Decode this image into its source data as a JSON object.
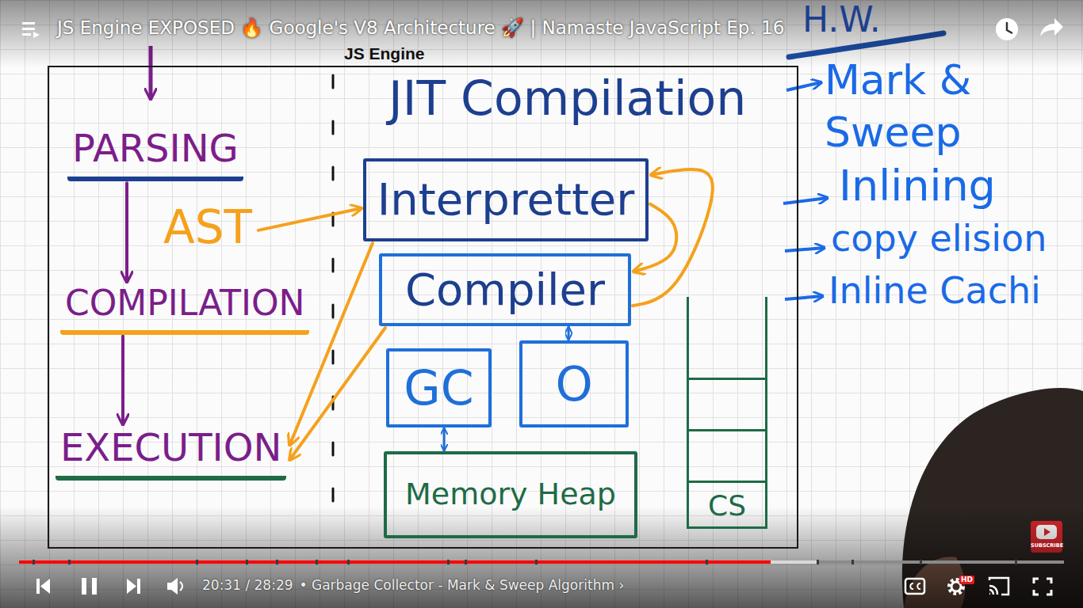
{
  "diagram": {
    "title": "JS Engine EXPOSED 🔥 Google's V8 Architecture 🚀 | Namaste JavaScript Ep. 16",
    "nodes": [
      {
        "text": [
          "JS Engine"
        ]
      },
      {
        "text": [
          "PARSING"
        ],
        "in": 0
      },
      {
        "text": [
          "AST"
        ],
        "in": 0
      },
      {
        "text": [
          "COMPILATION"
        ],
        "in": 0
      },
      {
        "text": [
          "EXECUTION"
        ],
        "in": 0
      },
      {
        "text": [
          "Interpretter"
        ],
        "in": 0
      },
      {
        "text": [
          "Compiler"
        ],
        "in": 0
      },
      {
        "text": [
          "GC"
        ],
        "in": 0
      },
      {
        "text": [
          "O"
        ],
        "in": 0
      },
      {
        "text": [
          "Memory Heap"
        ],
        "in": 0
      },
      {
        "text": [
          "CS"
        ],
        "in": 0
      }
    ],
    "edges": [
      {
        "from": 1,
        "to": 3,
        "arrow": "to"
      },
      {
        "from": 3,
        "to": 4,
        "arrow": "to"
      },
      {
        "from": 2,
        "to": 5,
        "arrow": "to"
      },
      {
        "from": 5,
        "to": 6,
        "arrow": "to"
      },
      {
        "from": 6,
        "to": 5,
        "arrow": "to"
      },
      {
        "from": 5,
        "to": 4,
        "arrow": "to"
      },
      {
        "from": 6,
        "to": 4,
        "arrow": "to"
      },
      {
        "from": 6,
        "to": 8,
        "arrow": "both"
      },
      {
        "from": 7,
        "to": 9,
        "arrow": "both"
      }
    ],
    "labels": [
      "JIT Compilation",
      "H.W.",
      "Mark & Sweep",
      "Inlining",
      "copy elision",
      "Inline Cachi",
      "20:31 / 28:29",
      "• Garbage Collector - Mark & Sweep Algorithm ›",
      "HD",
      "SUBSCRIBE"
    ]
  }
}
